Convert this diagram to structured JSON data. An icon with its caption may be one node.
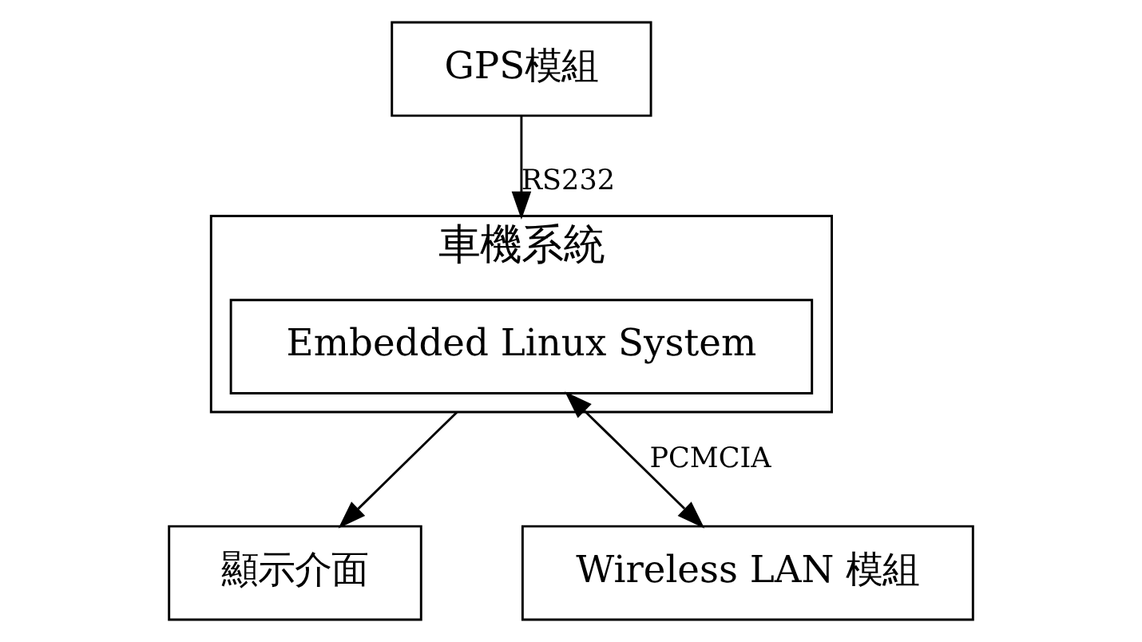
{
  "diagram": {
    "nodes": [
      {
        "text": [
          "GPS模組"
        ]
      },
      {
        "text": [
          "車機系統"
        ]
      },
      {
        "text": [
          "Embedded Linux System"
        ],
        "in": 1
      },
      {
        "text": [
          "顯示介面"
        ]
      },
      {
        "text": [
          "Wireless LAN 模組"
        ]
      }
    ],
    "edges": [
      {
        "from": 0,
        "to": 1,
        "arrow": "to",
        "label": "RS232"
      },
      {
        "from": 1,
        "to": 3,
        "arrow": "to"
      },
      {
        "from": 2,
        "to": 4,
        "arrow": "both",
        "label": "PCMCIA"
      }
    ]
  }
}
